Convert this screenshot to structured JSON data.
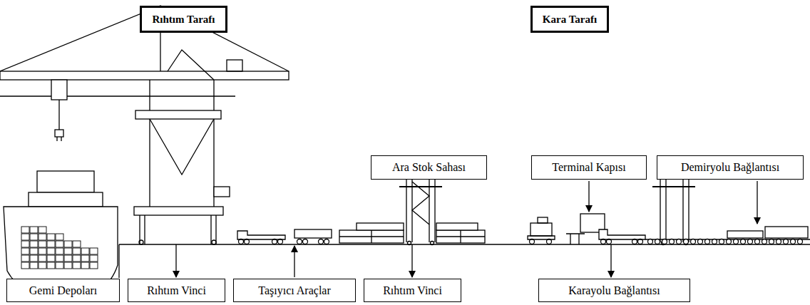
{
  "diagram": {
    "nodes": [
      {
        "text": [
          "Rıhtım Tarafı"
        ]
      },
      {
        "text": [
          "Kara Tarafı"
        ]
      },
      {
        "text": [
          "Ara Stok Sahası"
        ]
      },
      {
        "text": [
          "Terminal Kapısı"
        ]
      },
      {
        "text": [
          "Demiryolu Bağlantısı"
        ]
      },
      {
        "text": [
          "Gemi Depoları"
        ]
      },
      {
        "text": [
          "Rıhtım Vinci"
        ]
      },
      {
        "text": [
          "Taşıyıcı Araçlar"
        ]
      },
      {
        "text": [
          "Rıhtım Vinci"
        ]
      },
      {
        "text": [
          "Karayolu Bağlantısı"
        ]
      }
    ]
  }
}
